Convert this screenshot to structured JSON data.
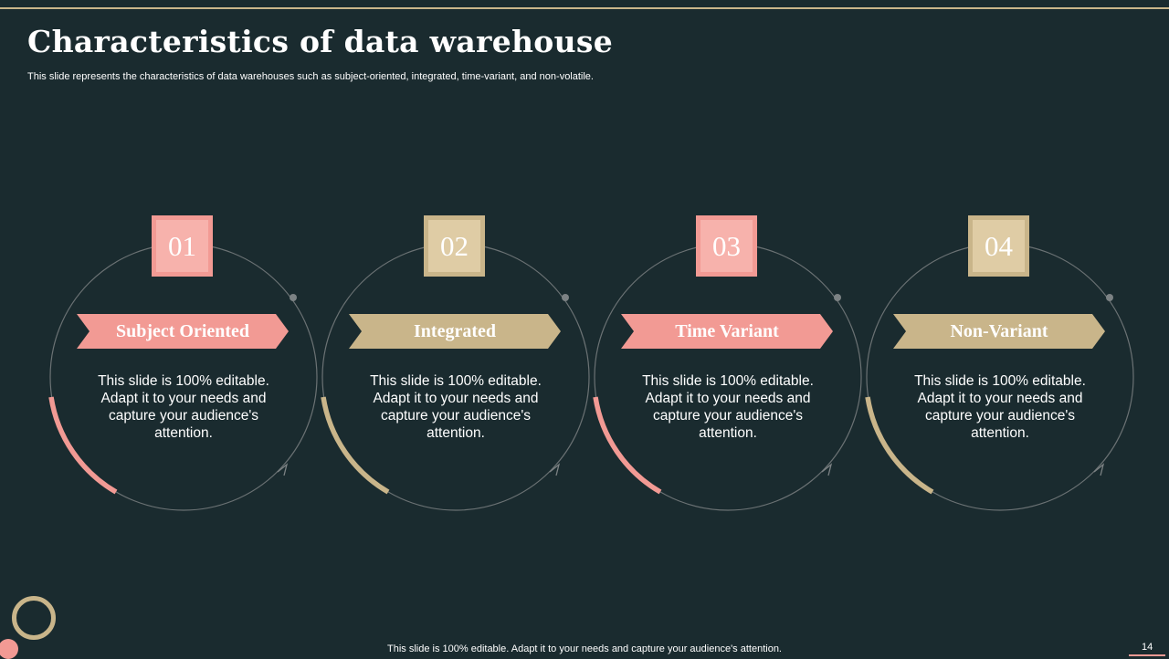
{
  "slide": {
    "title": "Characteristics of data warehouse",
    "subtitle": "This slide represents the characteristics of data warehouses such as subject-oriented, integrated, time-variant, and non-volatile.",
    "footer_text": "This slide is 100% editable. Adapt it to your needs and capture your audience's attention.",
    "page_number": "14"
  },
  "colors": {
    "background": "#1a2b2f",
    "pink": "#f29a94",
    "gold": "#c9b58a",
    "ring_line": "#6b7274"
  },
  "cards": [
    {
      "number": "01",
      "label": "Subject Oriented",
      "text": "This slide is 100% editable. Adapt it to your needs and capture your audience's attention.",
      "accent": "pink"
    },
    {
      "number": "02",
      "label": "Integrated",
      "text": "This slide is 100% editable. Adapt it to your needs and capture your audience's attention.",
      "accent": "gold"
    },
    {
      "number": "03",
      "label": "Time Variant",
      "text": "This slide is 100% editable. Adapt it to your needs and capture your audience's attention.",
      "accent": "pink"
    },
    {
      "number": "04",
      "label": "Non-Variant",
      "text": "This slide is 100% editable. Adapt it to your needs and capture your audience's attention.",
      "accent": "gold"
    }
  ]
}
